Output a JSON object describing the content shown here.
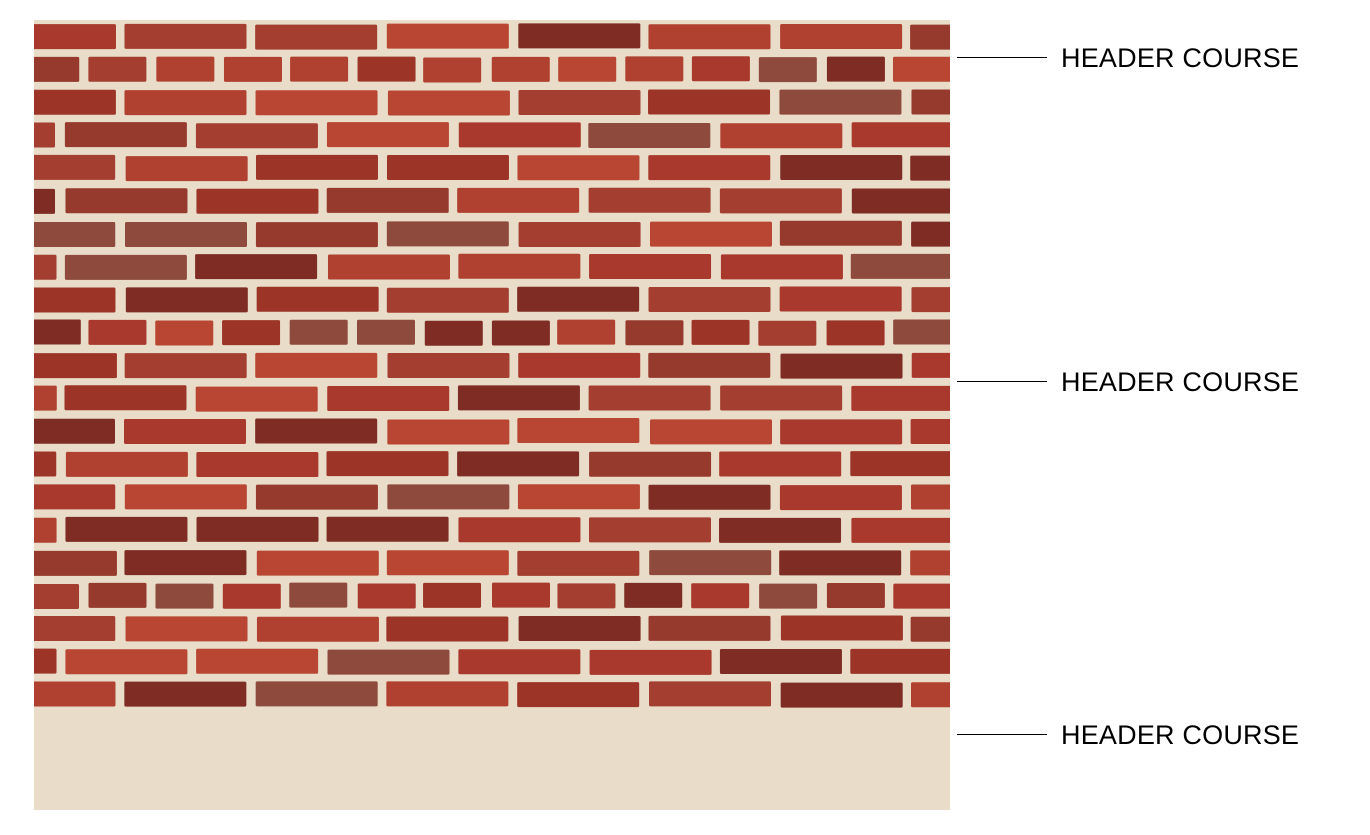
{
  "figure": {
    "subject": "brick wall",
    "colors": {
      "mortar": "#e9dcc8",
      "brick_base": "#a8392c",
      "brick_dark": "#7e2c24",
      "brick_muted": "#8e4a3c"
    },
    "bond": {
      "stretcher_courses_between_headers": 7,
      "header_course_count": 3
    }
  },
  "callouts": [
    {
      "label": "HEADER COURSE"
    },
    {
      "label": "HEADER COURSE"
    },
    {
      "label": "HEADER COURSE"
    }
  ]
}
